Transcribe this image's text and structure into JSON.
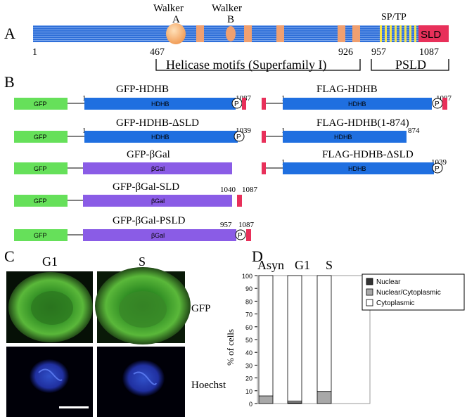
{
  "panels": {
    "a": "A",
    "b": "B",
    "c": "C",
    "d": "D"
  },
  "panel_a": {
    "walker_a_1": "Walker",
    "walker_a_2": "A",
    "walker_b_1": "Walker",
    "walker_b_2": "B",
    "sptp": "SP/TP",
    "sld": "SLD",
    "n1": "1",
    "n467": "467",
    "n926": "926",
    "n957": "957",
    "n1087": "1087",
    "helicase": "Helicase motifs (Superfamily I)",
    "psld": "PSLD"
  },
  "panel_b": {
    "gfp": "GFP",
    "hdhb": "HDHB",
    "bgal": "βGal",
    "p": "P",
    "sld_small": "SLD",
    "c1_title": "GFP-HDHB",
    "c1_start": "1",
    "c1_end": "1087",
    "c2_title": "GFP-HDHB-ΔSLD",
    "c2_start": "1",
    "c2_end": "1039",
    "c3_title": "GFP-βGal",
    "c4_title": "GFP-βGal-SLD",
    "c4_start": "1040",
    "c4_end": "1087",
    "c5_title": "GFP-βGal-PSLD",
    "c5_start": "957",
    "c5_end": "1087",
    "f1_title": "FLAG-HDHB",
    "f1_start": "1",
    "f1_end": "1087",
    "f2_title": "FLAG-HDHB(1-874)",
    "f2_start": "1",
    "f2_end": "874",
    "f3_title": "FLAG-HDHB-ΔSLD",
    "f3_start": "1",
    "f3_end": "1039"
  },
  "panel_c": {
    "g1": "G1",
    "s": "S",
    "gfp": "GFP",
    "hoechst": "Hoechst"
  },
  "colors": {
    "hdhb": "#1f6fe0",
    "gfp": "#66e05a",
    "bgal": "#8a5ce6",
    "sld": "#e8305a",
    "motif": "#f0a070",
    "sp": "#f5e54a"
  },
  "chart_data": {
    "type": "bar",
    "stacked": true,
    "categories": [
      "Asyn",
      "G1",
      "S"
    ],
    "ylabel": "% of cells",
    "ylim": [
      0,
      100
    ],
    "yticks": [
      "0",
      "10",
      "20",
      "30",
      "40",
      "50",
      "60",
      "70",
      "80",
      "90",
      "100"
    ],
    "series": [
      {
        "name": "Nuclear",
        "color": "#333333",
        "values": [
          0,
          0.5,
          0
        ]
      },
      {
        "name": "Nuclear/Cytoplasmic",
        "color": "#a8a8a8",
        "values": [
          6,
          1.5,
          9.5
        ]
      },
      {
        "name": "Cytoplasmic",
        "color": "#ffffff",
        "values": [
          94,
          98,
          90.5
        ]
      }
    ]
  }
}
